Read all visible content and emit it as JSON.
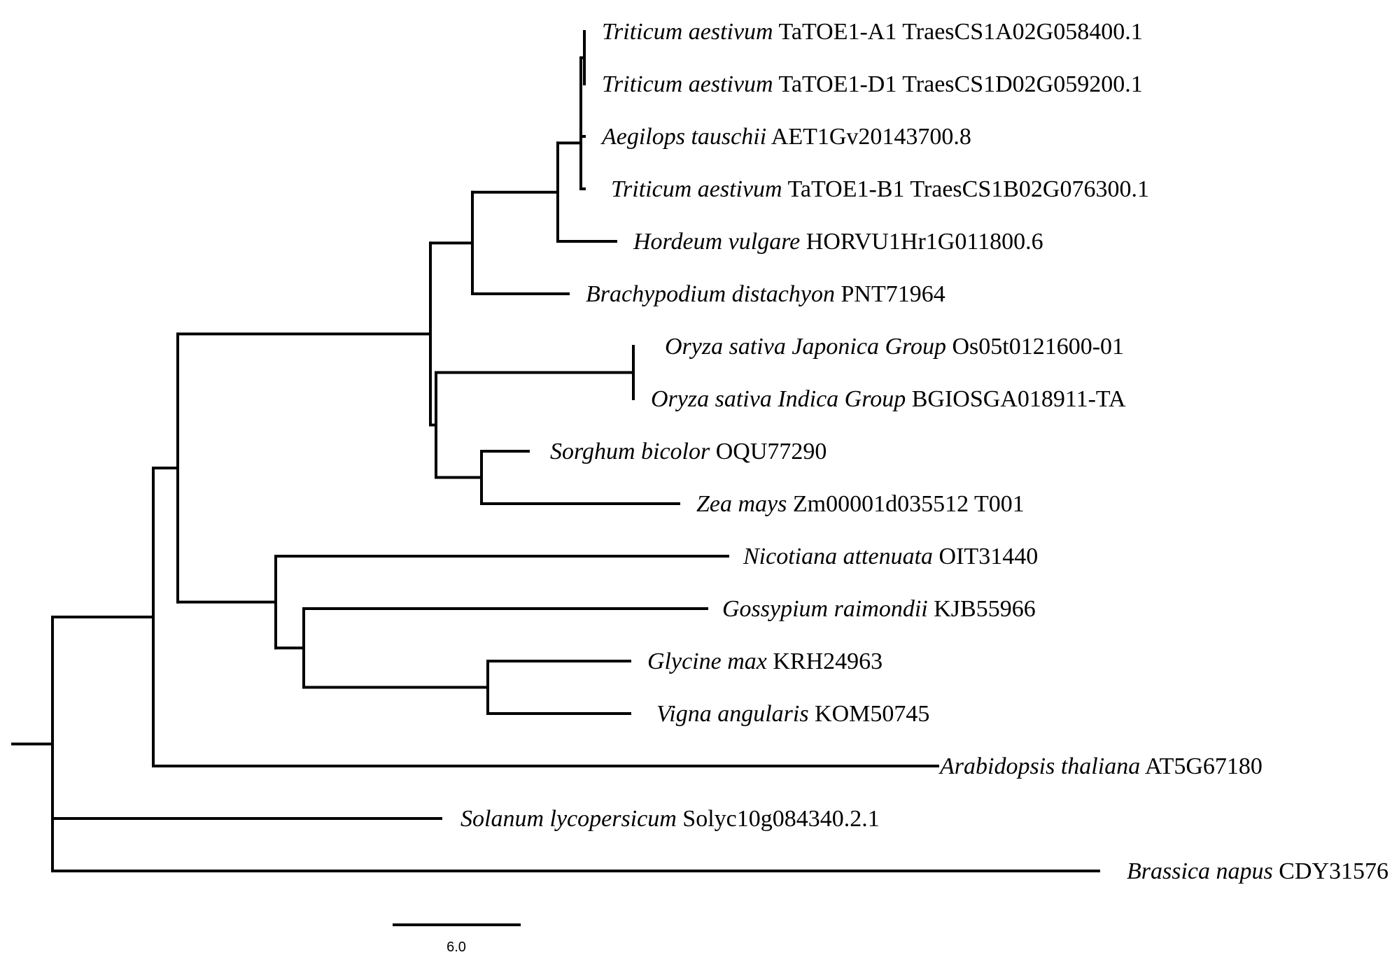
{
  "tree": {
    "leaves": [
      {
        "id": "L1",
        "species": "Triticum aestivum",
        "accession": "TaTOE1-A1 TraesCS1A02G058400.1"
      },
      {
        "id": "L2",
        "species": "Triticum aestivum",
        "accession": "TaTOE1-D1 TraesCS1D02G059200.1"
      },
      {
        "id": "L3",
        "species": "Aegilops tauschii",
        "accession": "AET1Gv20143700.8"
      },
      {
        "id": "L4",
        "species": "Triticum aestivum",
        "accession": "TaTOE1-B1 TraesCS1B02G076300.1"
      },
      {
        "id": "L5",
        "species": "Hordeum vulgare",
        "accession": "HORVU1Hr1G011800.6"
      },
      {
        "id": "L6",
        "species": "Brachypodium distachyon",
        "accession": "PNT71964"
      },
      {
        "id": "L7",
        "species": "Oryza sativa Japonica Group",
        "accession": "Os05t0121600-01"
      },
      {
        "id": "L8",
        "species": "Oryza sativa Indica Group",
        "accession": "BGIOSGA018911-TA"
      },
      {
        "id": "L9",
        "species": "Sorghum bicolor",
        "accession": "OQU77290"
      },
      {
        "id": "L10",
        "species": "Zea mays",
        "accession": "Zm00001d035512 T001"
      },
      {
        "id": "L11",
        "species": "Nicotiana attenuata",
        "accession": "OIT31440"
      },
      {
        "id": "L12",
        "species": "Gossypium raimondii",
        "accession": "KJB55966"
      },
      {
        "id": "L13",
        "species": "Glycine max",
        "accession": "KRH24963"
      },
      {
        "id": "L14",
        "species": "Vigna angularis",
        "accession": "KOM50745"
      },
      {
        "id": "L15",
        "species": "Arabidopsis thaliana",
        "accession": "AT5G67180"
      },
      {
        "id": "L16",
        "species": "Solanum lycopersicum",
        "accession": "Solyc10g084340.2.1"
      },
      {
        "id": "L17",
        "species": "Brassica napus",
        "accession": "CDY31576"
      }
    ],
    "scale_bar": {
      "value": 6.0,
      "label": "6.0"
    }
  }
}
